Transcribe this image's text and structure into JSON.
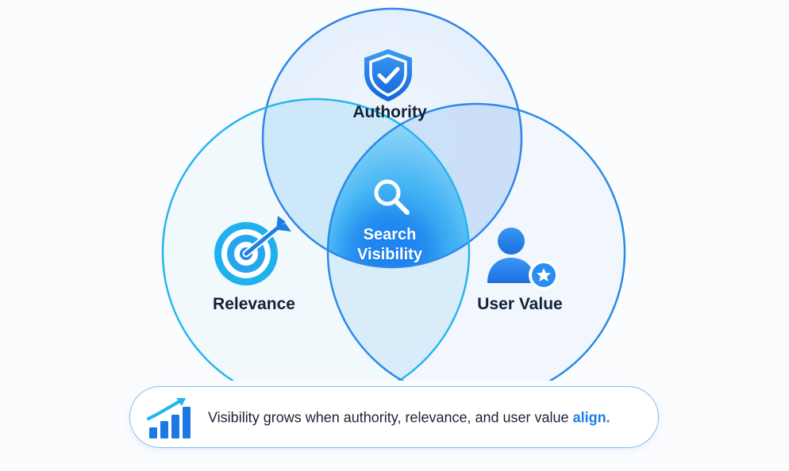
{
  "diagram": {
    "sets": [
      {
        "id": "authority",
        "label": "Authority",
        "icon": "shield-check-icon",
        "color": "#2f86ea"
      },
      {
        "id": "relevance",
        "label": "Relevance",
        "icon": "target-arrow-icon",
        "color": "#26b6ee"
      },
      {
        "id": "user_value",
        "label": "User Value",
        "icon": "user-star-icon",
        "color": "#2a8ae8"
      }
    ],
    "center": {
      "line1": "Search",
      "line2": "Visibility",
      "icon": "magnifier-icon",
      "color": "#1a7cf0"
    }
  },
  "callout": {
    "icon": "growth-chart-icon",
    "text": "Visibility grows when authority, relevance, and user value",
    "highlight": "align.",
    "highlight_color": "#1a7fe6"
  }
}
